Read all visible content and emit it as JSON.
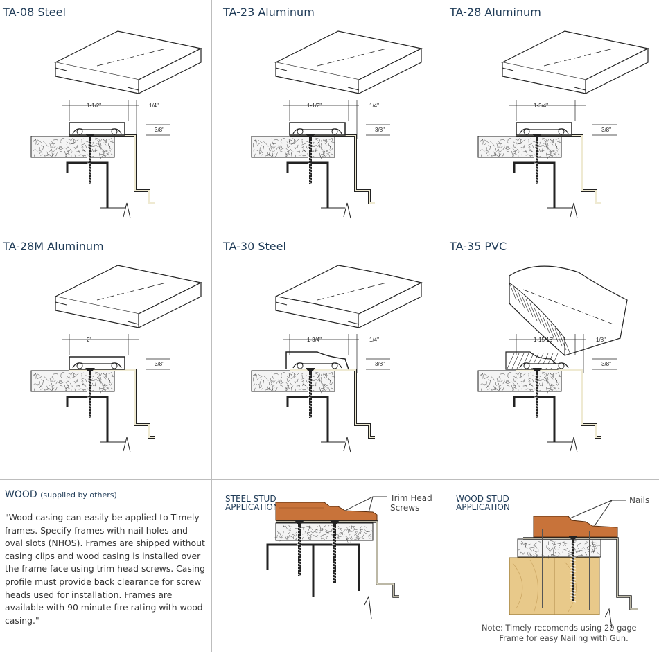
{
  "panels": [
    {
      "title": "TA-08 Steel",
      "dims": [
        "1-1/2\"",
        "1/4\"",
        "3/8\""
      ]
    },
    {
      "title": "TA-23 Aluminum",
      "dims": [
        "1-1/2\"",
        "1/4\"",
        "3/8\""
      ]
    },
    {
      "title": "TA-28 Aluminum",
      "dims": [
        "1-3/4\"",
        "3/8\""
      ]
    },
    {
      "title": "TA-28M Aluminum",
      "dims": [
        "2\"",
        "3/8\""
      ]
    },
    {
      "title": "TA-30 Steel",
      "dims": [
        "1-3/4\"",
        "1/4\"",
        "3/8\""
      ]
    },
    {
      "title": "TA-35 PVC",
      "dims": [
        "1-15/16\"",
        "1/8\"",
        "3/8\""
      ]
    }
  ],
  "wood": {
    "title": "WOOD",
    "subtitle": "(supplied by others)",
    "description": "\"Wood casing can easily be applied to Timely frames.  Specify frames with nail holes and oval slots (NHOS).  Frames are shipped without casing clips and wood casing is installed over the frame face using trim head screws.  Casing profile must provide back clearance for screw heads used for installation.  Frames are available with 90 minute fire rating with wood casing.\""
  },
  "steel_stud": {
    "title": "STEEL STUD\nAPPLICATION",
    "callout": "Trim Head\nScrews"
  },
  "wood_stud": {
    "title": "WOOD STUD\nAPPLICATION",
    "callout": "Nails",
    "note": "Note: Timely recomends using 20 gage\n       Frame for easy Nailing with Gun."
  },
  "colors": {
    "title": "#1f3b57",
    "wood": "#c8733a",
    "stud_wood": "#e8c98a",
    "frame_fill": "#efead2"
  }
}
